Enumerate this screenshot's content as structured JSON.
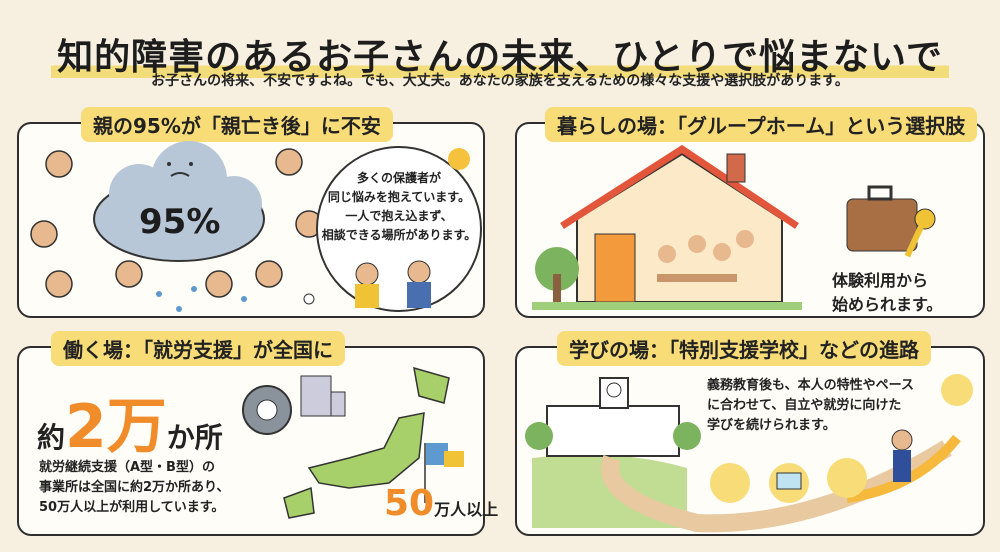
{
  "header": {
    "title": "知的障害のあるお子さんの未来、ひとりで悩まないで",
    "subtitle": "お子さんの将来、不安ですよね。でも、大丈夫。あなたの家族を支えるための様々な支援や選択肢があります。"
  },
  "panels": [
    {
      "heading": "親の95%が「親亡き後」に不安",
      "stat": "95%",
      "bubble_lines": [
        "多くの保護者が",
        "同じ悩みを抱えています。",
        "一人で抱え込まず、",
        "相談できる場所があります。"
      ]
    },
    {
      "heading": "暮らしの場：「グループホーム」という選択肢",
      "note_lines": [
        "体験利用から",
        "始められます。"
      ]
    },
    {
      "heading": "働く場：「就労支援」が全国に",
      "stat_prefix": "約",
      "stat_number": "2万",
      "stat_suffix": "か所",
      "body_lines": [
        "就労継続支援（A型・B型）の",
        "事業所は全国に約2万か所あり、",
        "50万人以上が利用しています。"
      ],
      "users_number": "50",
      "users_unit": "万人以上"
    },
    {
      "heading": "学びの場：「特別支援学校」などの進路",
      "body_lines": [
        "義務教育後も、本人の特性やペース",
        "に合わせて、自立や就労に向けた",
        "学びを続けられます。"
      ]
    }
  ],
  "colors": {
    "background": "#f7f0e0",
    "heading_highlight": "#f7dc78",
    "accent_orange": "#f08c2a"
  }
}
